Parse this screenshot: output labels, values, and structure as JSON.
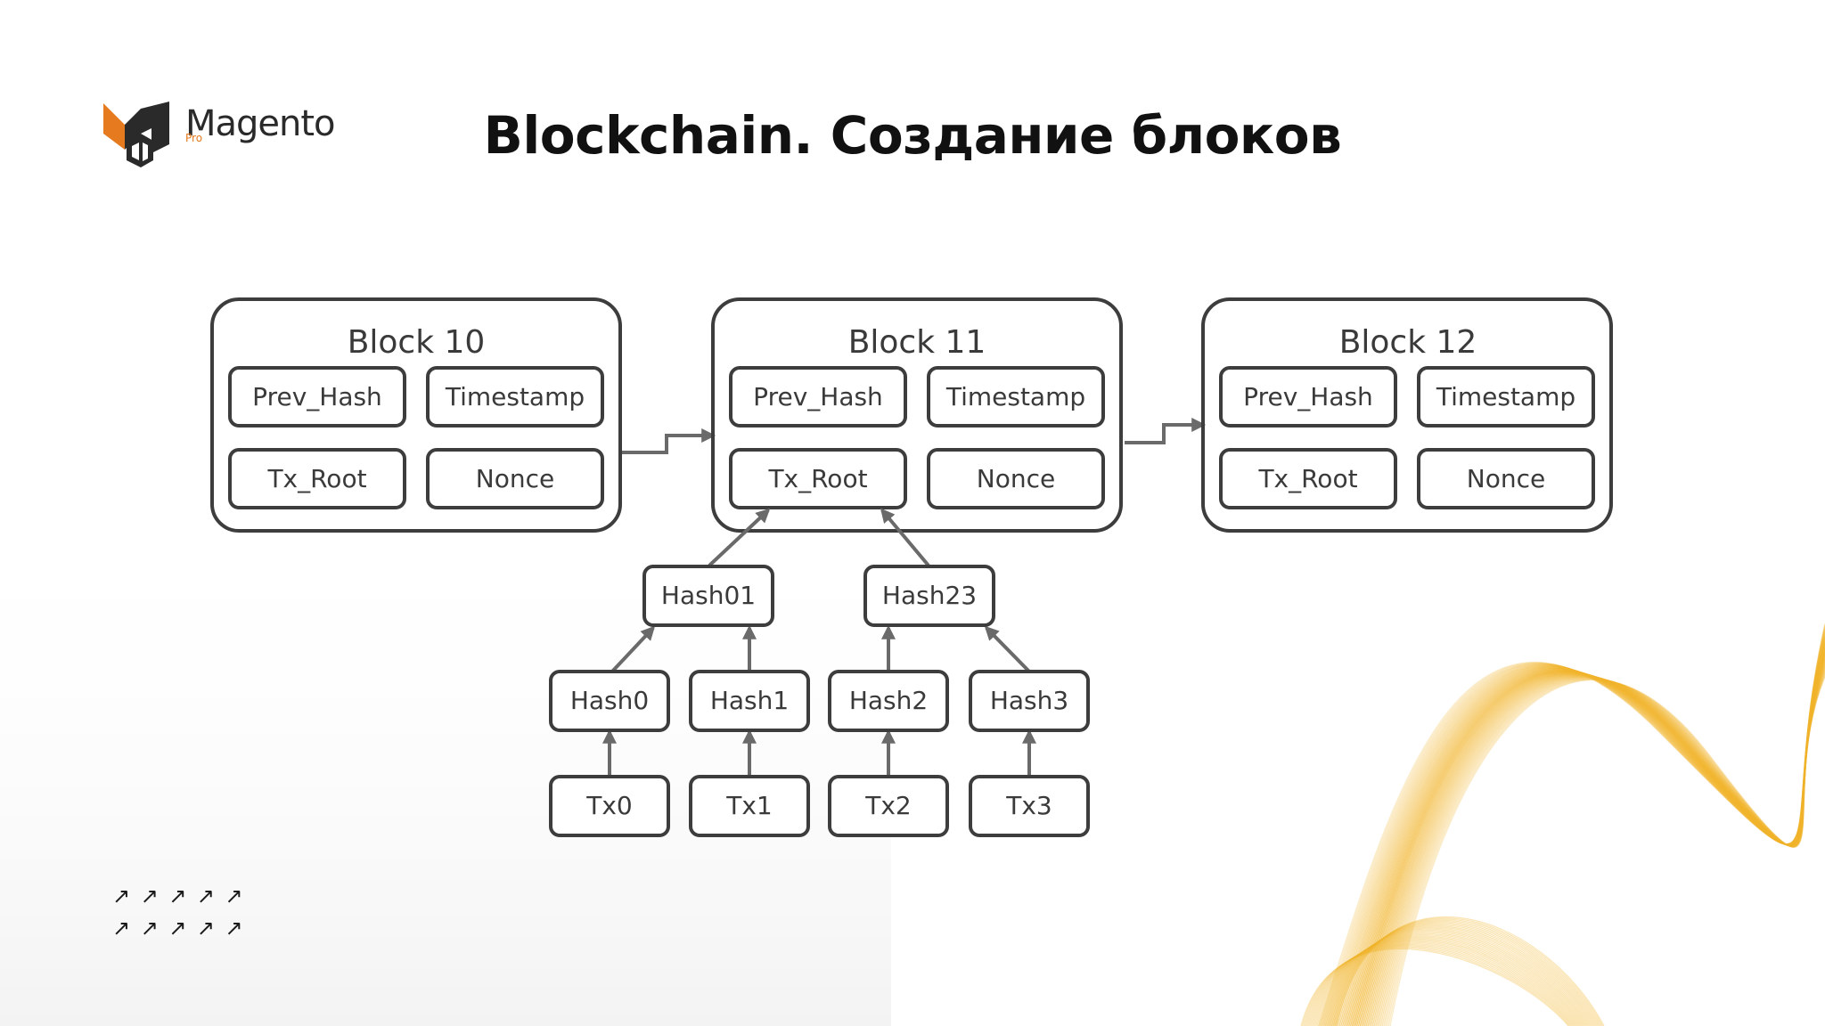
{
  "slide": {
    "title": "Blockchain. Создание блоков",
    "logo": {
      "word": "Magento",
      "sub": "Pro"
    }
  },
  "colors": {
    "accent_orange": "#e57a1e",
    "wave_gold": "#f1b42c",
    "box_stroke": "#3d3d3d",
    "arrow": "#6a6a6a"
  },
  "diagram": {
    "blocks": [
      {
        "title": "Block 10",
        "fields": [
          "Prev_Hash",
          "Timestamp",
          "Tx_Root",
          "Nonce"
        ]
      },
      {
        "title": "Block 11",
        "fields": [
          "Prev_Hash",
          "Timestamp",
          "Tx_Root",
          "Nonce"
        ]
      },
      {
        "title": "Block 12",
        "fields": [
          "Prev_Hash",
          "Timestamp",
          "Tx_Root",
          "Nonce"
        ]
      }
    ],
    "merkle": {
      "level2": [
        "Hash01",
        "Hash23"
      ],
      "level1": [
        "Hash0",
        "Hash1",
        "Hash2",
        "Hash3"
      ],
      "transactions": [
        "Tx0",
        "Tx1",
        "Tx2",
        "Tx3"
      ]
    }
  },
  "decoration": {
    "arrow_glyph": "↗",
    "rows": 2,
    "per_row": 5
  }
}
